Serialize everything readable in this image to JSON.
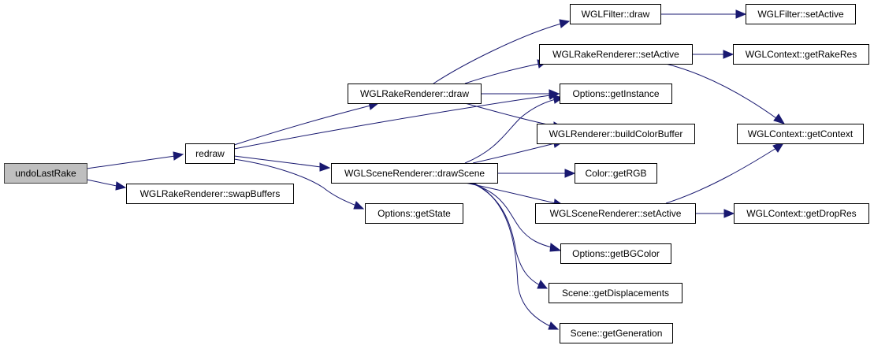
{
  "diagram": {
    "type": "call-graph",
    "root": "undoLastRake",
    "colors": {
      "edge": "#191970",
      "root_fill": "#bfbfbf",
      "node_fill": "#ffffff",
      "node_border": "#000000"
    },
    "nodes": [
      {
        "id": "undoLastRake",
        "label": "undoLastRake",
        "root": true
      },
      {
        "id": "redraw",
        "label": "redraw"
      },
      {
        "id": "swapBuffers",
        "label": "WGLRakeRenderer::swapBuffers"
      },
      {
        "id": "rakeDraw",
        "label": "WGLRakeRenderer::draw"
      },
      {
        "id": "drawScene",
        "label": "WGLSceneRenderer::drawScene"
      },
      {
        "id": "getState",
        "label": "Options::getState"
      },
      {
        "id": "filterDraw",
        "label": "WGLFilter::draw"
      },
      {
        "id": "rakeSetActive",
        "label": "WGLRakeRenderer::setActive"
      },
      {
        "id": "getInstance",
        "label": "Options::getInstance"
      },
      {
        "id": "buildColorBuffer",
        "label": "WGLRenderer::buildColorBuffer"
      },
      {
        "id": "getRGB",
        "label": "Color::getRGB"
      },
      {
        "id": "sceneSetActive",
        "label": "WGLSceneRenderer::setActive"
      },
      {
        "id": "getBGColor",
        "label": "Options::getBGColor"
      },
      {
        "id": "getDisplacements",
        "label": "Scene::getDisplacements"
      },
      {
        "id": "getGeneration",
        "label": "Scene::getGeneration"
      },
      {
        "id": "filterSetActive",
        "label": "WGLFilter::setActive"
      },
      {
        "id": "getRakeRes",
        "label": "WGLContext::getRakeRes"
      },
      {
        "id": "getContext",
        "label": "WGLContext::getContext"
      },
      {
        "id": "getDropRes",
        "label": "WGLContext::getDropRes"
      }
    ],
    "edges": [
      {
        "from": "undoLastRake",
        "to": "redraw"
      },
      {
        "from": "undoLastRake",
        "to": "swapBuffers"
      },
      {
        "from": "redraw",
        "to": "rakeDraw"
      },
      {
        "from": "redraw",
        "to": "getInstance"
      },
      {
        "from": "redraw",
        "to": "drawScene"
      },
      {
        "from": "redraw",
        "to": "getState"
      },
      {
        "from": "rakeDraw",
        "to": "filterDraw"
      },
      {
        "from": "rakeDraw",
        "to": "rakeSetActive"
      },
      {
        "from": "rakeDraw",
        "to": "getInstance"
      },
      {
        "from": "rakeDraw",
        "to": "buildColorBuffer"
      },
      {
        "from": "drawScene",
        "to": "getInstance"
      },
      {
        "from": "drawScene",
        "to": "buildColorBuffer"
      },
      {
        "from": "drawScene",
        "to": "getRGB"
      },
      {
        "from": "drawScene",
        "to": "sceneSetActive"
      },
      {
        "from": "drawScene",
        "to": "getBGColor"
      },
      {
        "from": "drawScene",
        "to": "getDisplacements"
      },
      {
        "from": "drawScene",
        "to": "getGeneration"
      },
      {
        "from": "filterDraw",
        "to": "filterSetActive"
      },
      {
        "from": "rakeSetActive",
        "to": "getRakeRes"
      },
      {
        "from": "rakeSetActive",
        "to": "getContext"
      },
      {
        "from": "sceneSetActive",
        "to": "getContext"
      },
      {
        "from": "sceneSetActive",
        "to": "getDropRes"
      }
    ]
  }
}
